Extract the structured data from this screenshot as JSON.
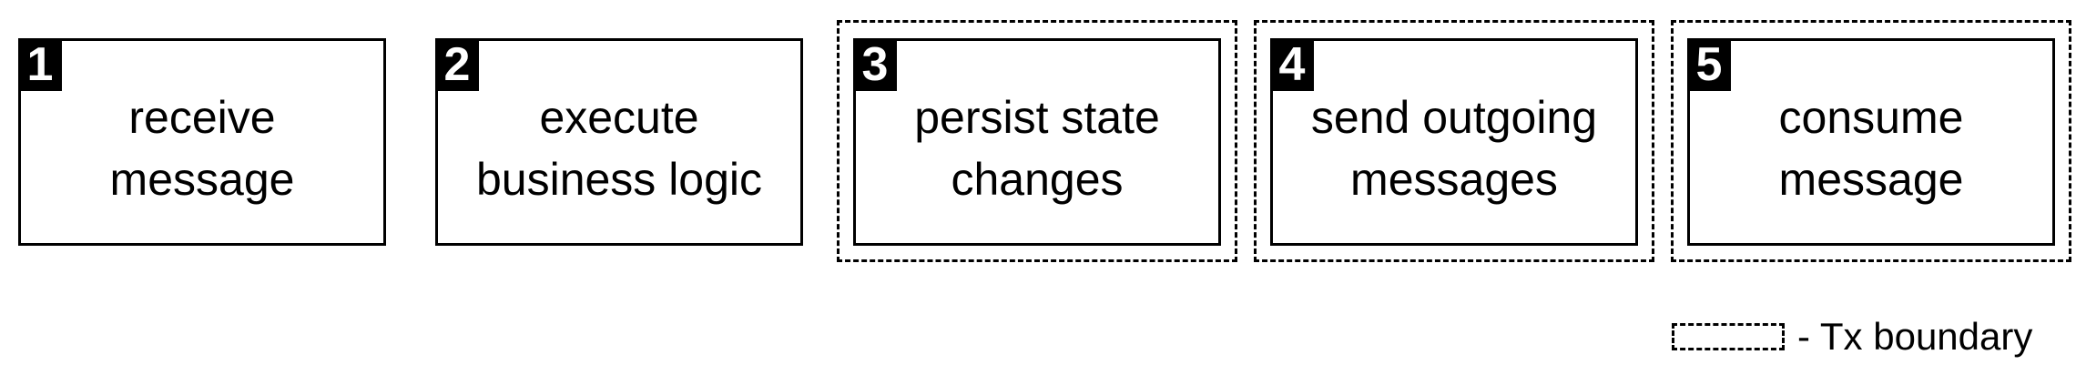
{
  "steps": [
    {
      "number": "1",
      "line1": "receive",
      "line2": "message"
    },
    {
      "number": "2",
      "line1": "execute",
      "line2": "business logic"
    },
    {
      "number": "3",
      "line1": "persist state",
      "line2": "changes"
    },
    {
      "number": "4",
      "line1": "send outgoing",
      "line2": "messages"
    },
    {
      "number": "5",
      "line1": "consume",
      "line2": "message"
    }
  ],
  "legend": {
    "label": "- Tx boundary"
  }
}
